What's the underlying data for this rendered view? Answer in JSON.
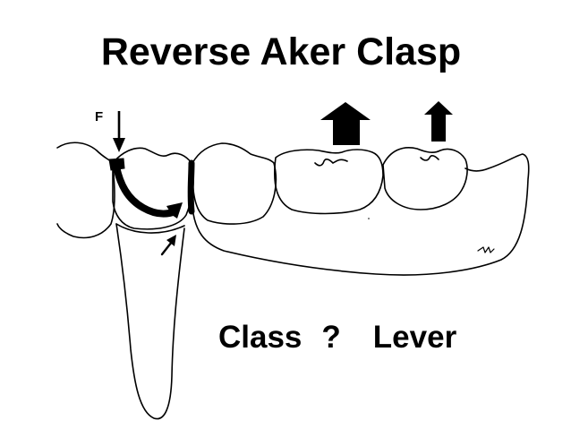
{
  "title": "Reverse Aker Clasp",
  "force_label": "F",
  "caption": {
    "word_class": "Class",
    "question_mark": "?",
    "word_lever": "Lever"
  },
  "colors": {
    "ink": "#000000",
    "background": "#ffffff"
  },
  "icons": {
    "force_arrow": "down-arrow-icon",
    "lift_arrow_large": "thick-up-arrow-icon",
    "lift_arrow_small": "up-arrow-icon",
    "fulcrum_pointer": "diagonal-arrow-icon"
  }
}
